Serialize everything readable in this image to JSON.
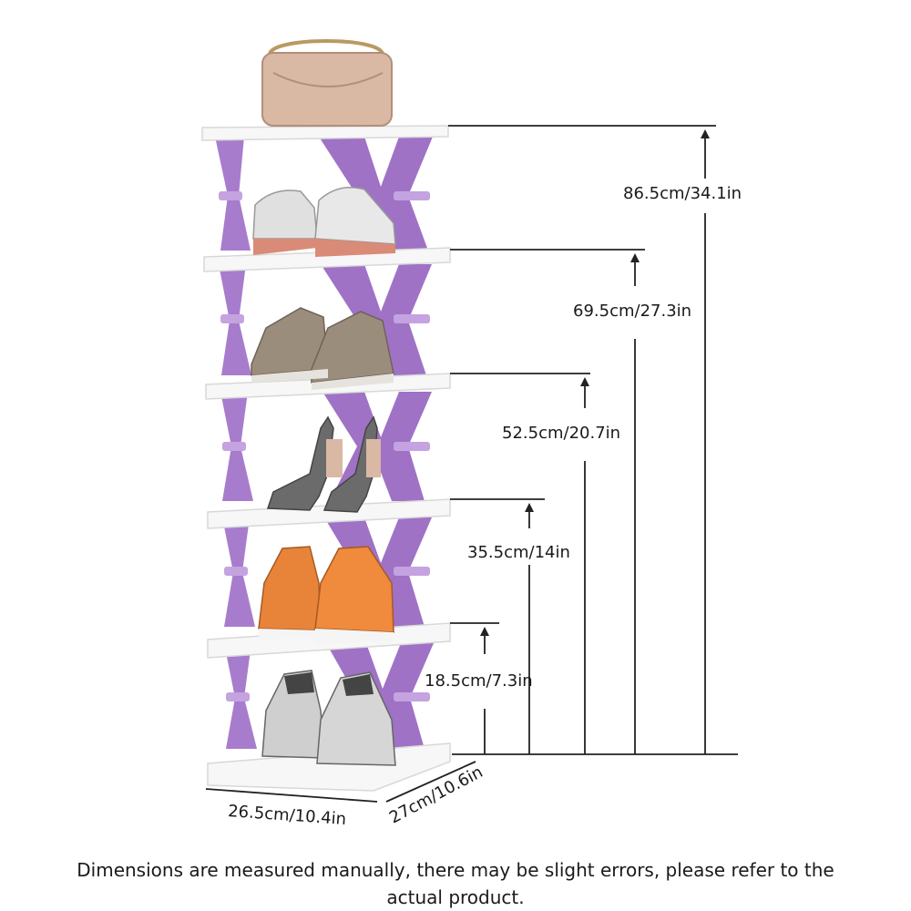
{
  "heights": [
    {
      "label": "86.5cm/34.1in"
    },
    {
      "label": "69.5cm/27.3in"
    },
    {
      "label": "52.5cm/20.7in"
    },
    {
      "label": "35.5cm/14in"
    },
    {
      "label": "18.5cm/7.3in"
    }
  ],
  "width_label": "26.5cm/10.4in",
  "depth_label": "27cm/10.6in",
  "caption": "Dimensions are measured manually, there may be slight errors, please refer to the actual product.",
  "colors": {
    "frame": "#a77ccd",
    "frame_light": "#c4a3e0",
    "shelf": "#f7f7f7",
    "shelf_edge": "#d8d8d8",
    "dimension_line": "#222222"
  },
  "items": [
    {
      "shelf": "top",
      "icon": "handbag-icon"
    },
    {
      "shelf": 5,
      "icon": "sneaker-icon"
    },
    {
      "shelf": 4,
      "icon": "boot-icon"
    },
    {
      "shelf": 3,
      "icon": "high-heel-icon"
    },
    {
      "shelf": 2,
      "icon": "high-top-sneaker-icon"
    },
    {
      "shelf": 1,
      "icon": "high-top-sneaker-icon"
    }
  ]
}
